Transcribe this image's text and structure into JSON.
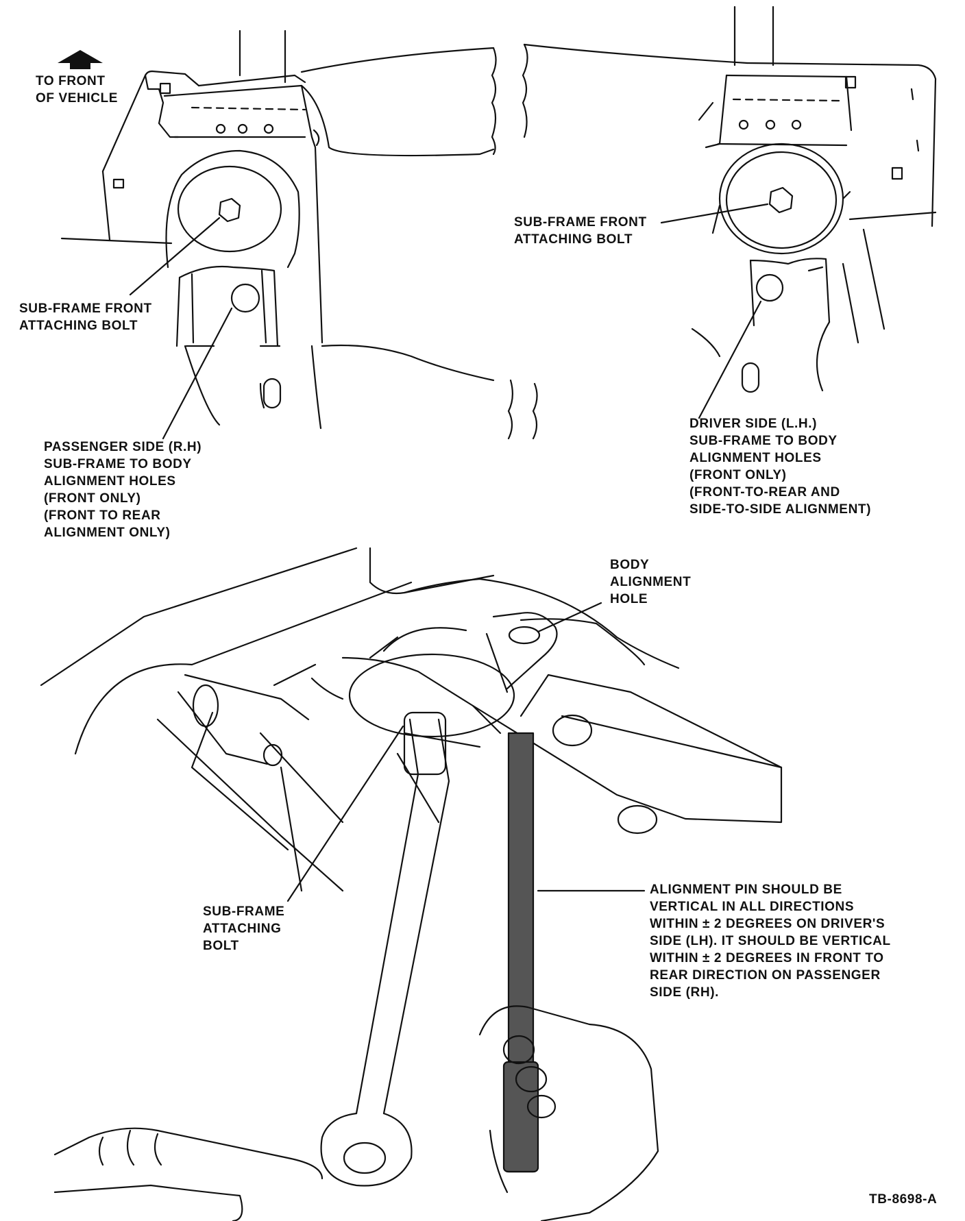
{
  "colors": {
    "ink": "#111111",
    "paper": "#ffffff",
    "pin_fill": "#555555"
  },
  "icons": {
    "front_arrow": "up-arrow-icon"
  },
  "labels": {
    "to_front": [
      "TO FRONT",
      "OF VEHICLE"
    ],
    "subframe_bolt_left": [
      "SUB-FRAME FRONT",
      "ATTACHING BOLT"
    ],
    "subframe_bolt_right": [
      "SUB-FRAME FRONT",
      "ATTACHING BOLT"
    ],
    "passenger_side": [
      "PASSENGER SIDE (R.H)",
      "SUB-FRAME TO BODY",
      "ALIGNMENT HOLES",
      "(FRONT ONLY)",
      "(FRONT TO REAR",
      "ALIGNMENT ONLY)"
    ],
    "driver_side": [
      "DRIVER SIDE (L.H.)",
      "SUB-FRAME TO BODY",
      "ALIGNMENT HOLES",
      "(FRONT ONLY)",
      "(FRONT-TO-REAR AND",
      "SIDE-TO-SIDE ALIGNMENT)"
    ],
    "body_alignment_hole": [
      "BODY",
      "ALIGNMENT",
      "HOLE"
    ],
    "subframe_attaching_bolt": [
      "SUB-FRAME",
      "ATTACHING",
      "BOLT"
    ],
    "alignment_pin": [
      "ALIGNMENT PIN SHOULD BE",
      "VERTICAL IN ALL DIRECTIONS",
      "WITHIN ± 2 DEGREES ON DRIVER'S",
      "SIDE (LH). IT SHOULD BE VERTICAL",
      "WITHIN ± 2 DEGREES IN FRONT TO",
      "REAR DIRECTION ON PASSENGER",
      "SIDE (RH)."
    ],
    "figure_code": "TB-8698-A"
  }
}
